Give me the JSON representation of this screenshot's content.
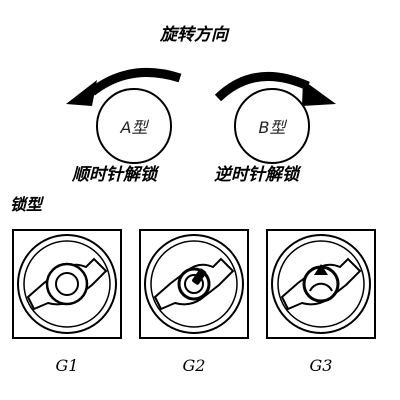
{
  "diagram": {
    "title": "旋转方向",
    "type_a": {
      "label": "A型",
      "caption": "顺时针解锁"
    },
    "type_b": {
      "label": "B型",
      "caption": "逆时针解锁"
    },
    "lock_section_title": "锁型",
    "locks": [
      {
        "label": "G1"
      },
      {
        "label": "G2"
      },
      {
        "label": "G3"
      }
    ]
  }
}
